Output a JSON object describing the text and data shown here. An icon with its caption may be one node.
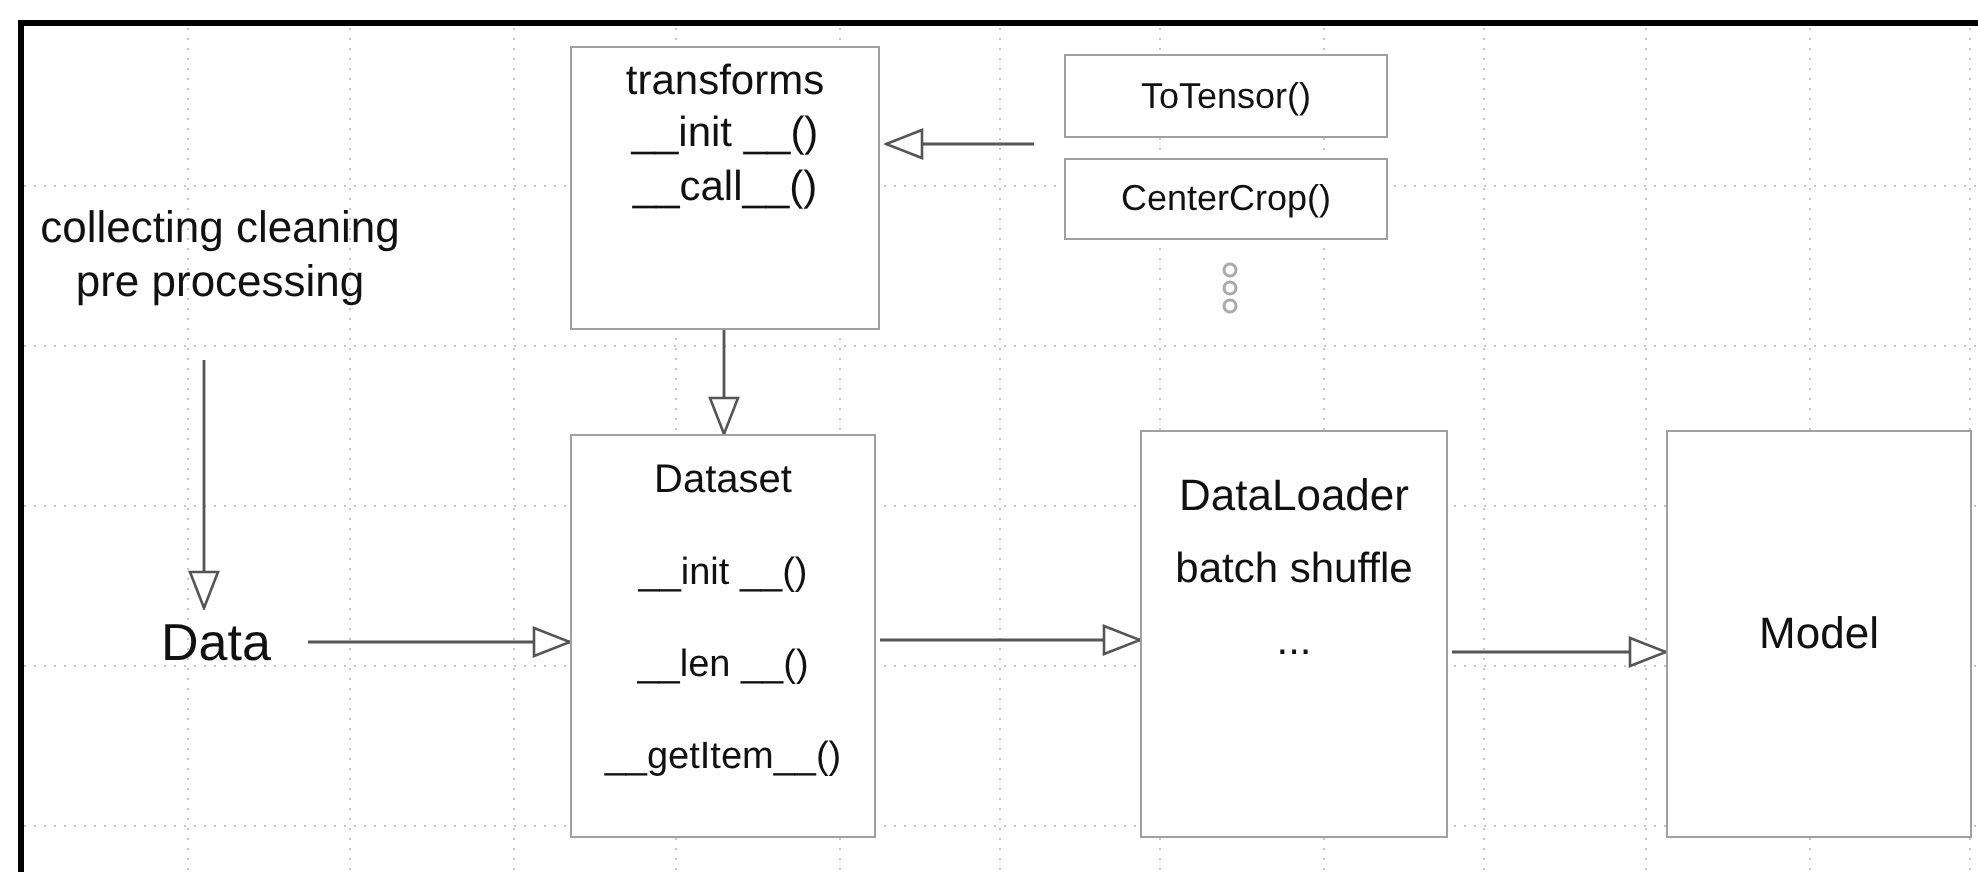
{
  "diagram": {
    "nodes": [
      {
        "text": [
          "transforms",
          "__init __()",
          "__call__()"
        ]
      },
      {
        "text": [
          "ToTensor()"
        ]
      },
      {
        "text": [
          "CenterCrop()"
        ]
      },
      {
        "text": [
          "collecting cleaning pre processing"
        ]
      },
      {
        "text": [
          "Data"
        ]
      },
      {
        "text": [
          "Dataset",
          "__init __()",
          "__len __()",
          "__getItem__()"
        ]
      },
      {
        "text": [
          "DataLoader",
          "batch shuffle",
          "..."
        ]
      },
      {
        "text": [
          "Model"
        ]
      }
    ],
    "edges": [
      {
        "from": null,
        "to": 0,
        "arrow": "to"
      },
      {
        "from": 0,
        "to": 5,
        "arrow": "to"
      },
      {
        "from": 3,
        "to": 4,
        "arrow": "to"
      },
      {
        "from": 4,
        "to": 5,
        "arrow": "to"
      },
      {
        "from": 5,
        "to": 6,
        "arrow": "to"
      },
      {
        "from": 6,
        "to": 7,
        "arrow": "to"
      }
    ]
  }
}
